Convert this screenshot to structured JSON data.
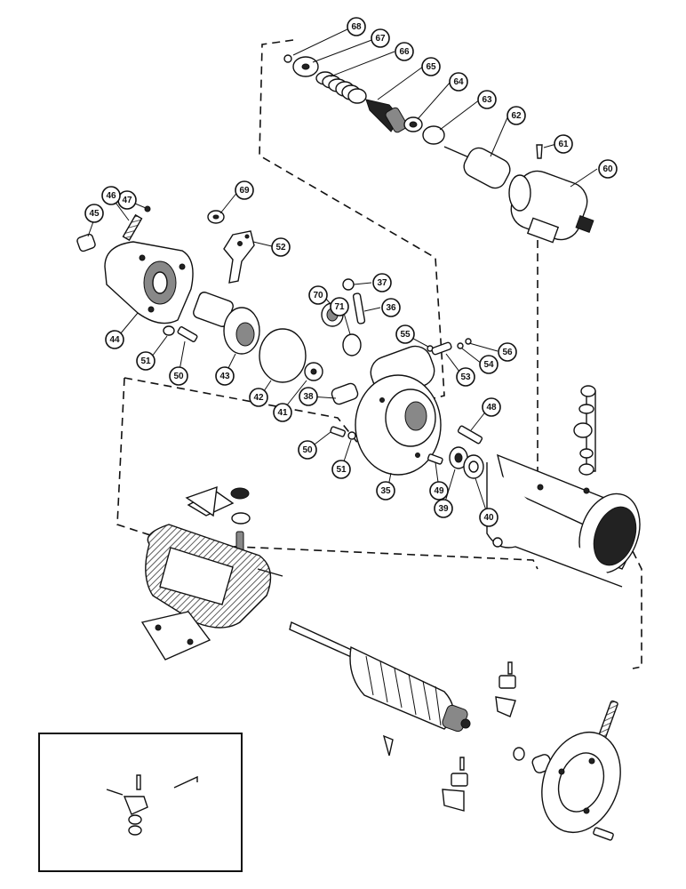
{
  "diagram": {
    "callouts": [
      {
        "id": "68",
        "label": "68"
      },
      {
        "id": "67",
        "label": "67"
      },
      {
        "id": "66",
        "label": "66"
      },
      {
        "id": "65",
        "label": "65"
      },
      {
        "id": "64",
        "label": "64"
      },
      {
        "id": "63",
        "label": "63"
      },
      {
        "id": "62",
        "label": "62"
      },
      {
        "id": "61",
        "label": "61"
      },
      {
        "id": "60",
        "label": "60"
      },
      {
        "id": "47",
        "label": "47"
      },
      {
        "id": "46",
        "label": "46"
      },
      {
        "id": "45",
        "label": "45"
      },
      {
        "id": "69",
        "label": "69"
      },
      {
        "id": "52",
        "label": "52"
      },
      {
        "id": "44",
        "label": "44"
      },
      {
        "id": "37",
        "label": "37"
      },
      {
        "id": "70",
        "label": "70"
      },
      {
        "id": "71",
        "label": "71"
      },
      {
        "id": "36",
        "label": "36"
      },
      {
        "id": "55",
        "label": "55"
      },
      {
        "id": "56",
        "label": "56"
      },
      {
        "id": "54",
        "label": "54"
      },
      {
        "id": "53",
        "label": "53"
      },
      {
        "id": "51a",
        "label": "51"
      },
      {
        "id": "50a",
        "label": "50"
      },
      {
        "id": "43",
        "label": "43"
      },
      {
        "id": "42",
        "label": "42"
      },
      {
        "id": "41",
        "label": "41"
      },
      {
        "id": "38",
        "label": "38"
      },
      {
        "id": "48",
        "label": "48"
      },
      {
        "id": "50b",
        "label": "50"
      },
      {
        "id": "51b",
        "label": "51"
      },
      {
        "id": "49",
        "label": "49"
      },
      {
        "id": "35",
        "label": "35"
      },
      {
        "id": "39",
        "label": "39"
      },
      {
        "id": "40",
        "label": "40"
      }
    ]
  }
}
